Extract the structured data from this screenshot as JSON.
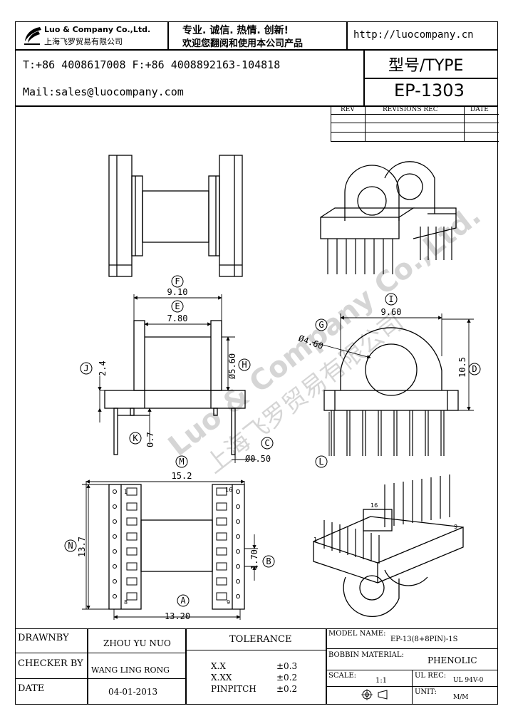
{
  "header": {
    "company_en": "Luo & Company Co.,Ltd.",
    "company_cn": "上海飞罗贸易有限公司",
    "slogan_1": "专业. 诚信. 热情. 创新!",
    "slogan_2": "欢迎您翻阅和使用本公司产品",
    "website": "http://luocompany.cn",
    "phone_fax": "T:+86 4008617008 F:+86 4008892163-104818",
    "email": "Mail:sales@luocompany.com",
    "type_label": "型号/TYPE",
    "type_value": "EP-1303"
  },
  "revisions": {
    "col_rev": "REV",
    "col_rec": "REVISIONS REC",
    "col_date": "DATE"
  },
  "drawing": {
    "watermark_en": "Luo & Company Co.,Ltd.",
    "watermark_cn": "上海飞罗贸易有限公司",
    "dims": {
      "F": "F",
      "F_val": "9.10",
      "E": "E",
      "E_val": "7.80",
      "H": "H",
      "H_val": "Ø5.60",
      "J": "J",
      "J_val": "2.4",
      "K": "K",
      "K_val": "0.7",
      "C": "C",
      "C_val": "Ø0.50",
      "I": "I",
      "I_val": "9.60",
      "G": "G",
      "G_val": "Ø4.60",
      "D": "D",
      "D_val": "10.5",
      "L": "L",
      "M": "M",
      "M_val": "15.2",
      "N": "N",
      "N_val": "13.7",
      "B": "B",
      "B_val": "1.70",
      "A": "A",
      "A_val": "13.20"
    },
    "pin_labels": {
      "p1": "1",
      "p16": "16",
      "p8": "8",
      "p9": "9",
      "iso_16": "16",
      "iso_1": "1",
      "iso_9": "9"
    }
  },
  "title_block": {
    "drawnby_label": "DRAWNBY",
    "drawnby_value": "ZHOU YU NUO",
    "checker_label": "CHECKER BY",
    "checker_value": "WANG LING RONG",
    "date_label": "DATE",
    "date_value": "04-01-2013",
    "tolerance_label": "TOLERANCE",
    "tol_xx_label": "X.X",
    "tol_xx_value": "±0.3",
    "tol_xxx_label": "X.XX",
    "tol_xxx_value": "±0.2",
    "tol_pin_label": "PINPITCH",
    "tol_pin_value": "±0.2",
    "model_label": "MODEL NAME:",
    "model_value": "EP-13(8+8PIN)-1S",
    "bobbin_label": "BOBBIN MATERIAL:",
    "bobbin_value": "PHENOLIC",
    "scale_label": "SCALE:",
    "scale_value": "1:1",
    "ul_label": "UL REC:",
    "ul_value": "UL 94V-0",
    "unit_label": "UNIT:",
    "unit_value": "M/M"
  }
}
